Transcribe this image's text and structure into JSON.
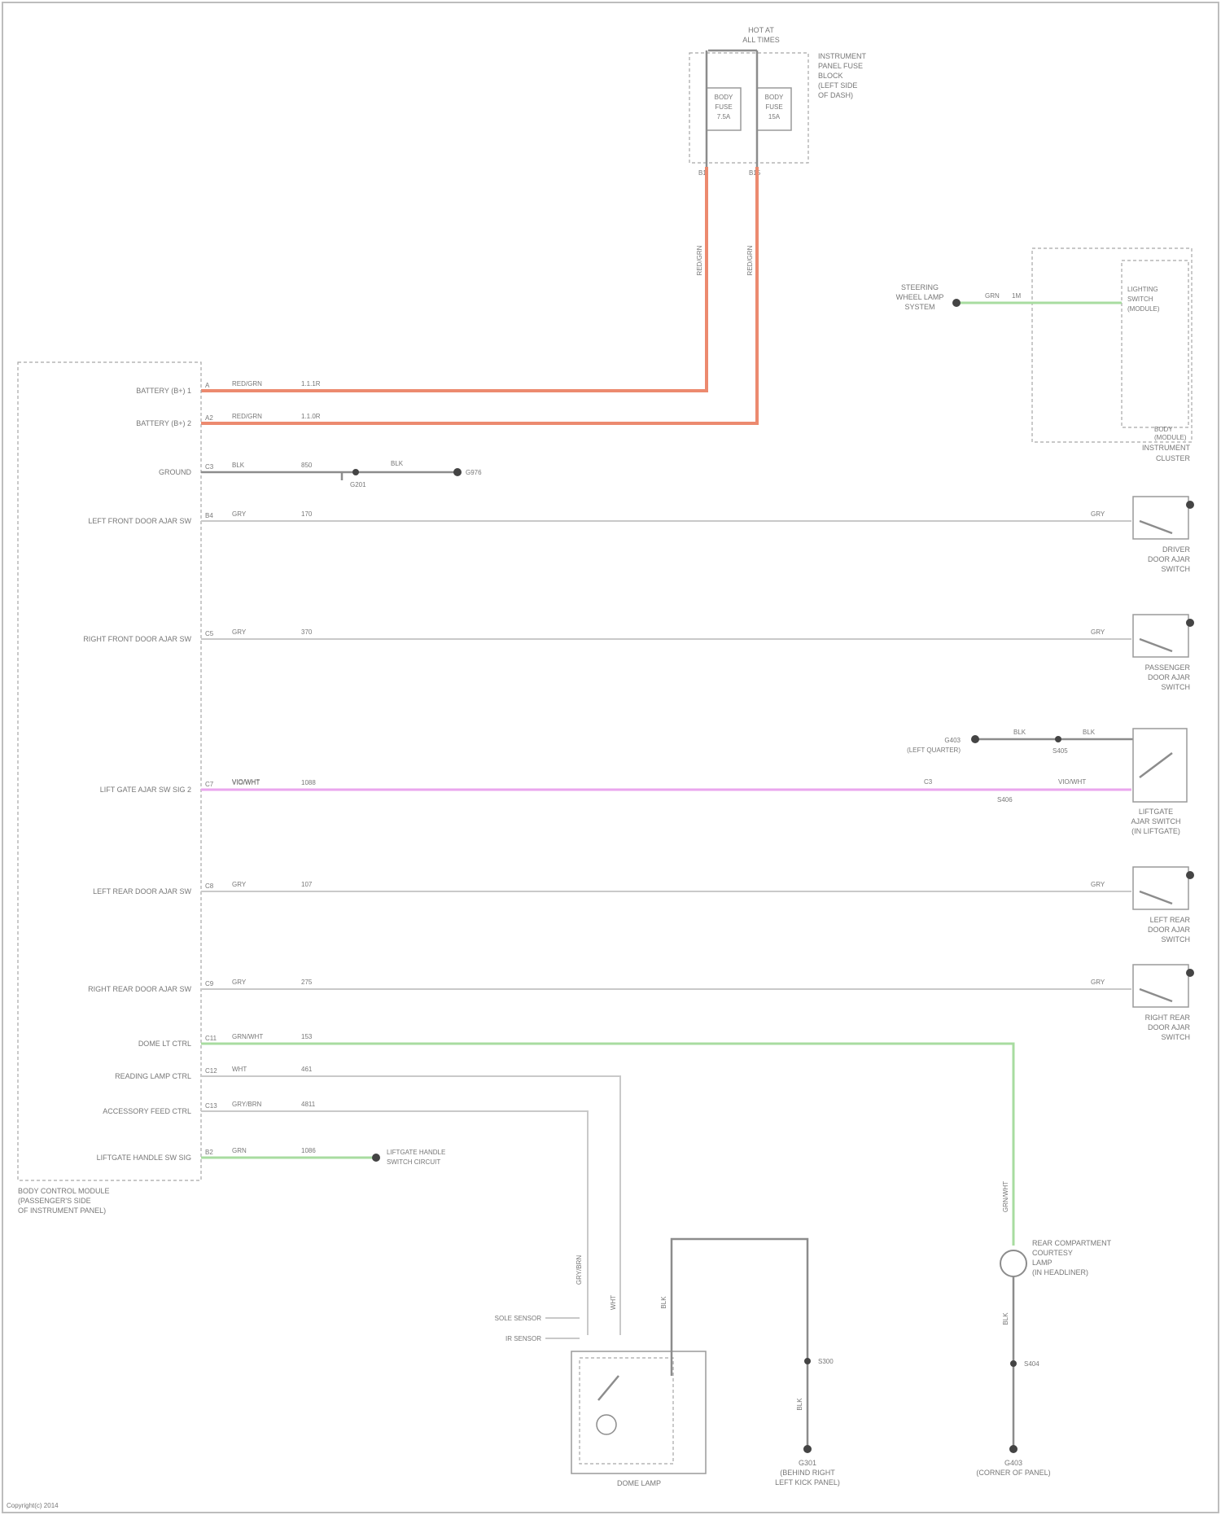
{
  "diagram": {
    "footer": "Copyright(c) 2014",
    "fuse_box": {
      "top_label": [
        "HOT AT",
        "ALL TIMES"
      ],
      "name": [
        "INSTRUMENT",
        "PANEL FUSE",
        "BLOCK",
        "(LEFT SIDE",
        "OF DASH)"
      ],
      "fuse_left": [
        "BODY",
        "FUSE",
        "7.5A"
      ],
      "fuse_right": [
        "BODY",
        "FUSE",
        "15A"
      ],
      "pin_left": "B1",
      "pin_right": "B15",
      "wire_left": "RED/GRN",
      "wire_right": "RED/GRN"
    },
    "module": {
      "name": [
        "BODY CONTROL MODULE",
        "(PASSENGER'S SIDE",
        "OF INSTRUMENT PANEL)"
      ],
      "pins": [
        {
          "label": "BATTERY (B+) 1",
          "pin": "A",
          "color": "RED/GRN",
          "circuit": "1.1.1R"
        },
        {
          "label": "BATTERY (B+) 2",
          "pin": "A2",
          "color": "RED/GRN",
          "circuit": "1.1.0R"
        },
        {
          "label": "GROUND",
          "pin": "C3",
          "color": "BLK",
          "circuit": "850"
        },
        {
          "label": "LEFT FRONT DOOR AJAR SW",
          "pin": "B4",
          "color": "GRY",
          "circuit": "170"
        },
        {
          "label": "RIGHT FRONT DOOR AJAR SW",
          "pin": "C5",
          "color": "GRY",
          "circuit": "370"
        },
        {
          "label": "LIFT GATE AJAR SW SIG 2",
          "pin": "C7",
          "color": "VIO/WHT",
          "circuit": "1088"
        },
        {
          "label": "LEFT REAR DOOR AJAR SW",
          "pin": "C8",
          "color": "GRY",
          "circuit": "107"
        },
        {
          "label": "RIGHT REAR DOOR AJAR SW",
          "pin": "C9",
          "color": "GRY",
          "circuit": "275"
        },
        {
          "label": "DOME LT CTRL",
          "pin": "C11",
          "color": "GRN/WHT",
          "circuit": "153"
        },
        {
          "label": "READING LAMP CTRL",
          "pin": "C12",
          "color": "WHT",
          "circuit": "461"
        },
        {
          "label": "ACCESSORY FEED CTRL",
          "pin": "C13",
          "color": "GRY/BRN",
          "circuit": "4811"
        },
        {
          "label": "LIFTGATE HANDLE SW SIG",
          "pin": "B2",
          "color": "GRN",
          "circuit": "1086"
        }
      ]
    },
    "ground_g201": {
      "splice": "G201",
      "wire": "BLK",
      "right_wire": "BLK",
      "right_label": "G976"
    },
    "gnd_module": {
      "name": [
        "STEERING",
        "WHEEL LAMP",
        "SYSTEM"
      ],
      "wire": "GRN",
      "circuit": "1M",
      "box_label": [
        "LIGHTING",
        "SWITCH",
        "(MODULE)"
      ],
      "box_bottom": [
        "BODY",
        "(MODULE)"
      ],
      "caption": [
        "INSTRUMENT",
        "CLUSTER"
      ]
    },
    "switches": [
      {
        "wire": "GRY",
        "name": [
          "DRIVER",
          "DOOR AJAR",
          "SWITCH"
        ]
      },
      {
        "wire": "GRY",
        "name": [
          "PASSENGER",
          "DOOR AJAR",
          "SWITCH"
        ]
      },
      {
        "wire": "GRY",
        "name": [
          "LEFT REAR",
          "DOOR AJAR",
          "SWITCH"
        ]
      },
      {
        "wire": "GRY",
        "name": [
          "RIGHT REAR",
          "DOOR AJAR",
          "SWITCH"
        ]
      }
    ],
    "liftgate": {
      "splice_label": [
        "G403",
        "(LEFT QUARTER)"
      ],
      "wire_a": "BLK",
      "wire_b": "BLK",
      "splice": "S405",
      "pink_wire": "VIO/WHT",
      "pink_right": "VIO/WHT",
      "pink_pin": "C3",
      "splice2": "S406",
      "name": [
        "LIFTGATE",
        "AJAR SWITCH",
        "(IN LIFTGATE)"
      ]
    },
    "green_out": {
      "label": [
        "LIFTGATE HANDLE",
        "SWITCH CIRCUIT"
      ]
    },
    "dome": {
      "name": "DOME LAMP",
      "in_labels": [
        "SOLE SENSOR",
        "IR SENSOR"
      ],
      "wire_a": "GRY/BRN",
      "wire_b": "WHT",
      "wire_c": "BLK"
    },
    "ground_g300": {
      "splice": "S300",
      "wire": "BLK",
      "name": [
        "G301",
        "(BEHIND RIGHT",
        "LEFT KICK PANEL)"
      ]
    },
    "cargo": {
      "name": [
        "REAR COMPARTMENT",
        "COURTESY",
        "LAMP",
        "(IN HEADLINER)"
      ],
      "wire": "GRN/WHT",
      "wire_b": "BLK",
      "splice": "S404",
      "ground": [
        "G403",
        "(CORNER OF PANEL)"
      ]
    }
  }
}
